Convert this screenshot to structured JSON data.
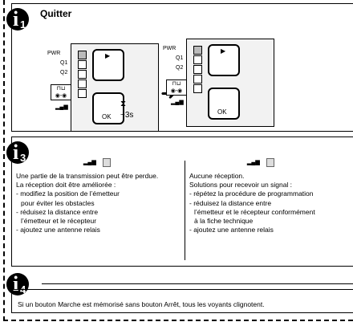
{
  "section1": {
    "number": "1",
    "title": "Quitter",
    "device_labels": {
      "pwr": "PWR",
      "q1": "Q1",
      "q2": "Q2",
      "ok": "OK"
    },
    "duration": "~3s"
  },
  "section3": {
    "number": "3",
    "left": {
      "lines": [
        "Une partie de la transmission peut être perdue.",
        "La réception doit être améliorée :",
        "- modifiez la position de l’émetteur",
        "  pour éviter les obstacles",
        "- réduisez la distance entre",
        "  l’émetteur et le récepteur",
        "- ajoutez une antenne relais"
      ]
    },
    "right": {
      "lines": [
        "Aucune réception.",
        "Solutions pour recevoir un signal :",
        "- répétez la procédure de programmation",
        "- réduisez la distance entre",
        "  l’émetteur et le récepteur conformément",
        "  à la fiche technique",
        "- ajoutez une antenne relais"
      ]
    }
  },
  "section4": {
    "number": "4",
    "text": "Si un bouton Marche est mémorisé sans bouton Arrêt, tous les voyants clignotent."
  }
}
